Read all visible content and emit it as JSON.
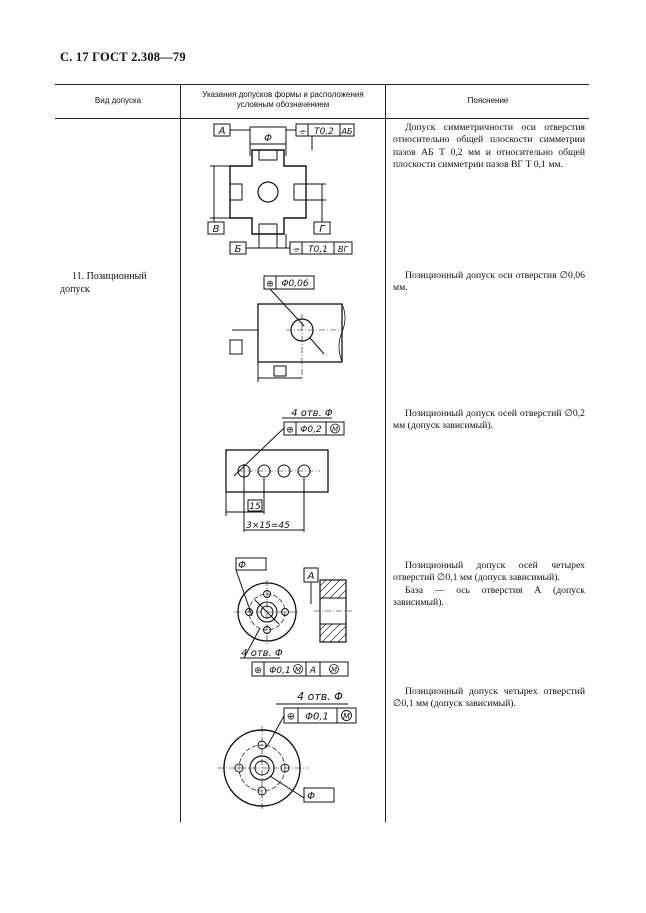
{
  "header": {
    "title": "С. 17 ГОСТ 2.308—79"
  },
  "columns": {
    "col1": "Вид допуска",
    "col2_line1": "Указания допусков формы и расположения",
    "col2_line2": "условным обозначением",
    "col3": "Пояснение"
  },
  "row_label": {
    "line1": "11.  Позиционный",
    "line2": "допуск"
  },
  "notes": [
    "Допуск симметричности оси отверстия относительно общей плоскости симметрии пазов АБ Т 0,2 мм и относительно общей плоскости симметрии пазов ВГ Т 0,1 мм.",
    "Позиционный допуск оси отверстия ∅0,06 мм.",
    "Позиционный допуск осей отверстий ∅0,2 мм (допуск зависимый).",
    "Позиционный допуск осей четырех отверстий ∅0,1 мм (допуск зависимый).",
    "База — ось отверстия А (допуск зависимый).",
    "Позиционный допуск четырех отверстий ∅0,1 мм (допуск зависимый)."
  ],
  "figures": {
    "fig1": {
      "datum_a": "А",
      "datum_b": "Б",
      "datum_v": "В",
      "datum_g": "Г",
      "phi": "Φ",
      "sym1": "⌯",
      "tol1": "T0,2",
      "base1": "АБ",
      "tol2": "T0,1",
      "base2": "ВГ"
    },
    "fig2": {
      "pos": "⊕",
      "tol": "Φ0,06"
    },
    "fig3": {
      "holes": "4 отв. Φ",
      "pos": "⊕",
      "tol": "Φ0,2",
      "m": "M",
      "dim1": "15",
      "dim2": "3×15=45"
    },
    "fig4": {
      "phi": "Φ",
      "datum": "А",
      "holes": "4 отв. Φ",
      "pos": "⊕",
      "tol": "Φ0,1",
      "m": "M",
      "base": "А"
    },
    "fig5": {
      "holes": "4 отв. Φ",
      "pos": "⊕",
      "tol": "Φ0,1",
      "m": "M",
      "phi": "Φ"
    }
  }
}
